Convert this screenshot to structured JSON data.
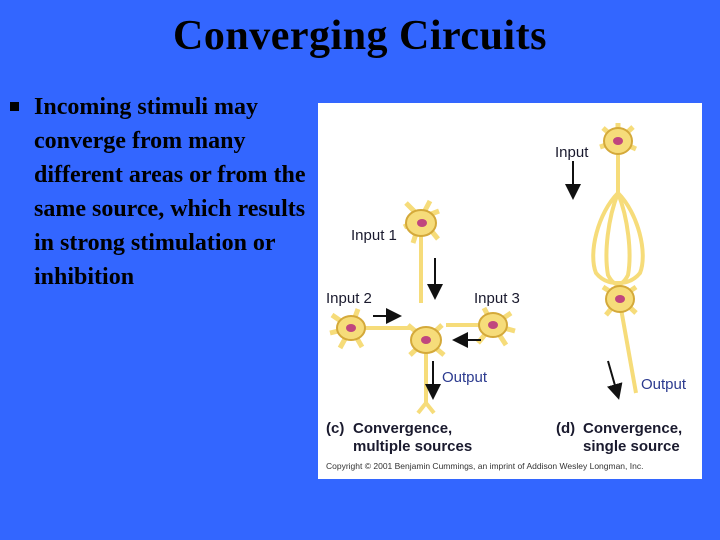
{
  "slide": {
    "title": "Converging Circuits",
    "bullet": "Incoming stimuli may converge from many different areas or from the same source, which results in strong stimulation or inhibition"
  },
  "figure": {
    "panel_c": {
      "inputs": [
        "Input 1",
        "Input 2",
        "Input 3"
      ],
      "output": "Output",
      "caption_letter": "(c)",
      "caption_line1": "Convergence,",
      "caption_line2": "multiple sources"
    },
    "panel_d": {
      "input": "Input",
      "output": "Output",
      "caption_letter": "(d)",
      "caption_line1": "Convergence,",
      "caption_line2": "single source"
    },
    "copyright": "Copyright © 2001 Benjamin Cummings, an imprint of Addison Wesley Longman, Inc."
  },
  "colors": {
    "background": "#3366ff",
    "neuron_fill": "#f6dc7a",
    "neuron_stroke": "#d4a93a",
    "nucleus": "#c0467e"
  }
}
